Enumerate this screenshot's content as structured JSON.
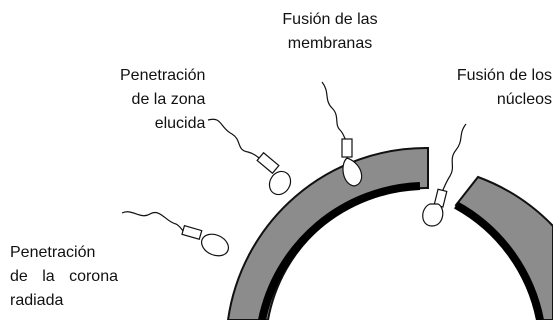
{
  "labels": {
    "corona": [
      "Penetración",
      "de la corona",
      "radiada"
    ],
    "zona": [
      "Penetración",
      "de la zona",
      "elucida"
    ],
    "membranas": [
      "Fusión de las",
      "membranas"
    ],
    "nucleos": [
      "Fusión de los",
      "núcleos"
    ]
  },
  "colors": {
    "zona_fill": "#8c8c8c",
    "membrane": "#000000",
    "outline": "#111111",
    "sperm_fill": "#ffffff"
  }
}
